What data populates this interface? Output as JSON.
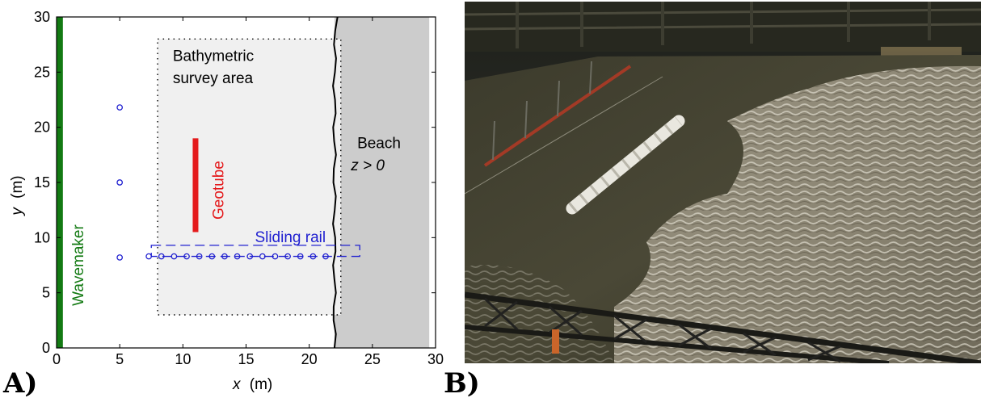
{
  "panels": {
    "a_label": "A)",
    "b_label": "B)"
  },
  "plot": {
    "xlabel_var": "x",
    "xlabel_unit": "(m)",
    "ylabel_var": "y",
    "ylabel_unit": "(m)",
    "xlim": [
      0,
      30
    ],
    "ylim": [
      0,
      30
    ],
    "xticks": [
      0,
      5,
      10,
      15,
      20,
      25,
      30
    ],
    "yticks": [
      0,
      5,
      10,
      15,
      20,
      25,
      30
    ]
  },
  "annotations": {
    "survey_line1": "Bathymetric",
    "survey_line2": "survey area",
    "beach": "Beach",
    "beach_condition": "z > 0",
    "geotube": "Geotube",
    "rail": "Sliding rail",
    "wavemaker": "Wavemaker"
  },
  "colors": {
    "wavemaker": "#137a13",
    "geotube": "#e41a1c",
    "sensors": "#1f1fd0",
    "beach": "#cccccc",
    "survey": "#f0f0f0"
  },
  "chart_data": {
    "type": "scatter",
    "x_range": [
      0,
      30
    ],
    "y_range": [
      0,
      30
    ],
    "wavemaker_x": [
      0,
      0.5
    ],
    "beach_x_start": 22,
    "beach_x_end": 29.5,
    "survey_area": {
      "x": [
        8,
        22.5
      ],
      "y": [
        3,
        28
      ]
    },
    "geotube": {
      "x": 11,
      "y": [
        10.5,
        19
      ]
    },
    "sliding_rail": {
      "x": [
        7.5,
        24
      ],
      "y": [
        8.3,
        9.3
      ]
    },
    "offshore_gauges": [
      {
        "x": 5,
        "y": 21.8
      },
      {
        "x": 5,
        "y": 15
      },
      {
        "x": 5,
        "y": 8.2
      }
    ],
    "rail_gauges": [
      {
        "x": 7.3,
        "y": 8.3
      },
      {
        "x": 8.3,
        "y": 8.3
      },
      {
        "x": 9.3,
        "y": 8.3
      },
      {
        "x": 10.3,
        "y": 8.3
      },
      {
        "x": 11.3,
        "y": 8.3
      },
      {
        "x": 12.3,
        "y": 8.3
      },
      {
        "x": 13.3,
        "y": 8.3
      },
      {
        "x": 14.3,
        "y": 8.3
      },
      {
        "x": 15.3,
        "y": 8.3
      },
      {
        "x": 16.3,
        "y": 8.3
      },
      {
        "x": 17.3,
        "y": 8.3
      },
      {
        "x": 18.3,
        "y": 8.3
      },
      {
        "x": 19.3,
        "y": 8.3
      },
      {
        "x": 20.3,
        "y": 8.3
      },
      {
        "x": 21.3,
        "y": 8.3
      }
    ]
  }
}
